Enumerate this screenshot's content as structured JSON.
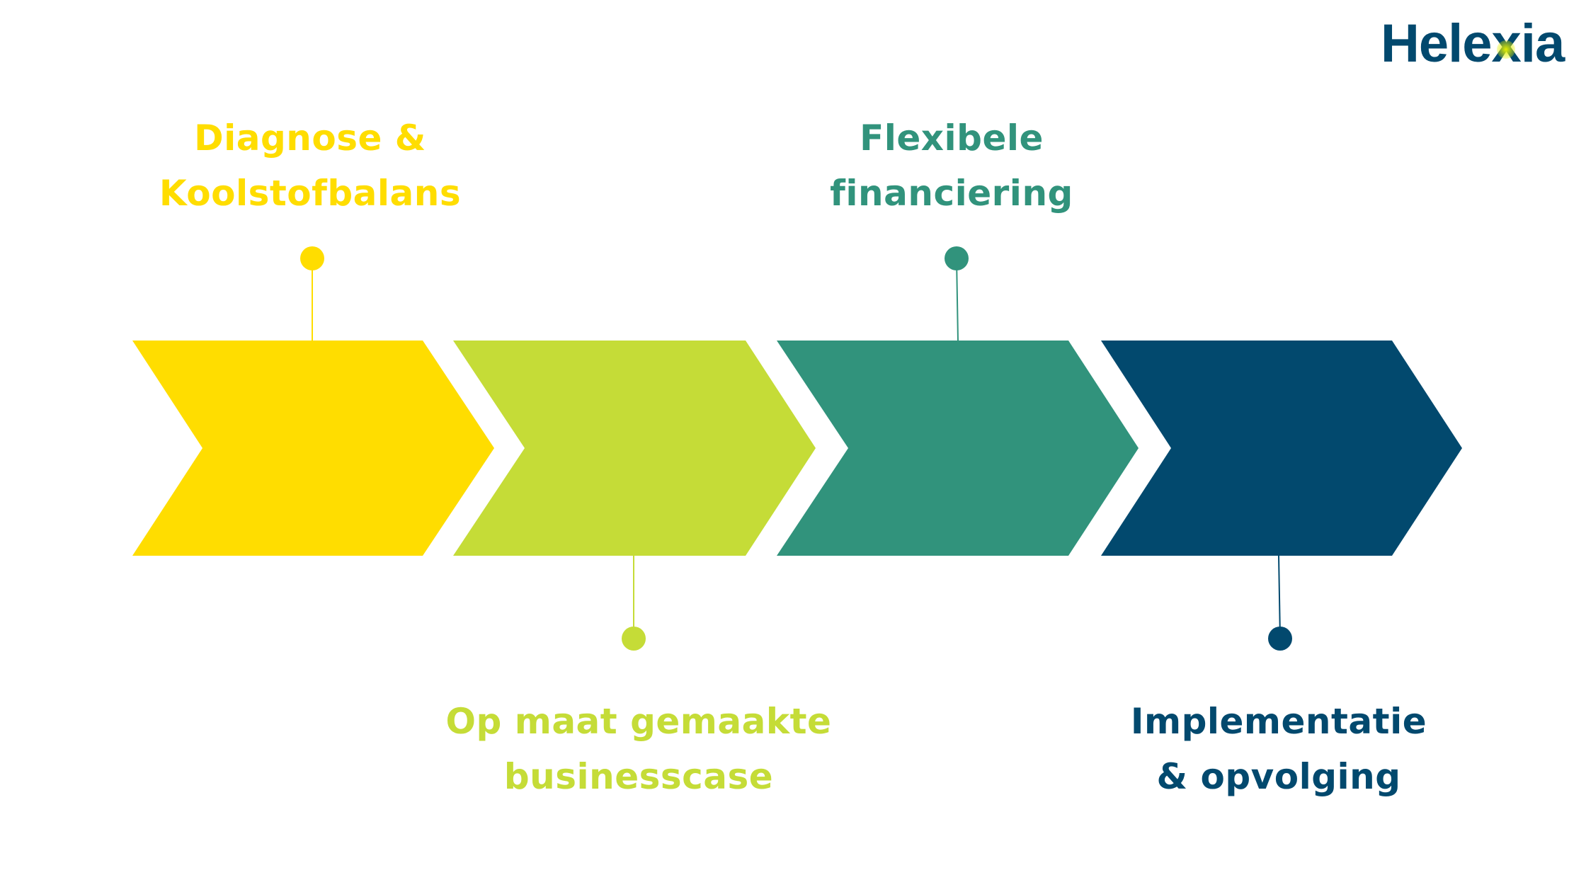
{
  "logo": {
    "text_pre": "Hele",
    "text_x": "x",
    "text_post": "ia"
  },
  "steps": [
    {
      "line1": "Diagnose &",
      "line2": "Koolstofbalans",
      "color": "#FFDD00"
    },
    {
      "line1": "Op maat gemaakte",
      "line2": "businesscase",
      "color": "#C5DC37"
    },
    {
      "line1": "Flexibele",
      "line2": "financiering",
      "color": "#31937C"
    },
    {
      "line1": "Implementatie",
      "line2": "& opvolging",
      "color": "#02496E"
    }
  ]
}
